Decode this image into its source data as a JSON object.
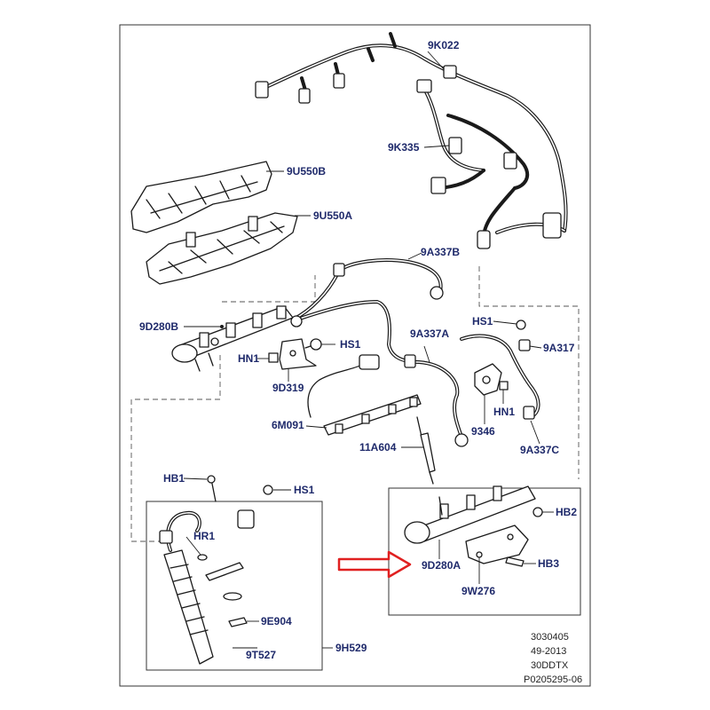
{
  "labels": {
    "9K022": "9K022",
    "9K335": "9K335",
    "9U550B": "9U550B",
    "9U550A": "9U550A",
    "9A337B": "9A337B",
    "9D280B": "9D280B",
    "HS1_top": "HS1",
    "HN1_left": "HN1",
    "9D319": "9D319",
    "9A337A": "9A337A",
    "HS1_right": "HS1",
    "9A317": "9A317",
    "6M091": "6M091",
    "HN1_mid": "HN1",
    "9346": "9346",
    "11A604": "11A604",
    "9A337C": "9A337C",
    "HB1": "HB1",
    "HS1_low": "HS1",
    "HR1": "HR1",
    "HB2": "HB2",
    "9D280A": "9D280A",
    "HB3": "HB3",
    "9W276": "9W276",
    "9E904": "9E904",
    "9T527": "9T527",
    "9H529": "9H529"
  },
  "reference": {
    "line1": "3030405",
    "line2": "49-2013",
    "line3": "30DDTX",
    "line4": "P0205295-06"
  },
  "colors": {
    "label": "#1f2a6b",
    "arrow": "#e02020",
    "line": "#1a1a1a"
  }
}
